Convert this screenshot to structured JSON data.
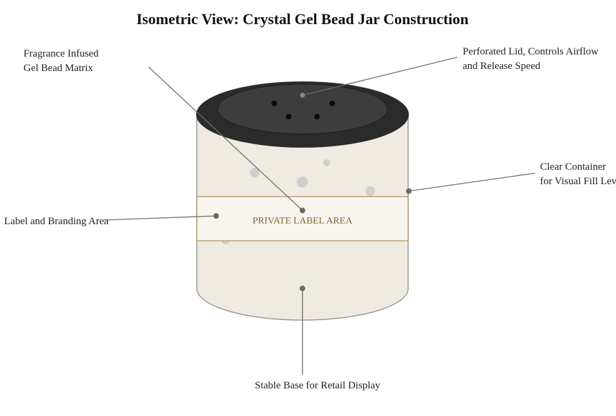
{
  "title": "Isometric View: Crystal Gel Bead Jar Construction",
  "colors": {
    "jar_fill": "#f0ebe0",
    "jar_outline": "#9a9a9a",
    "lid_outer": "#2b2b2b",
    "lid_inner": "#3d3d3d",
    "label_band_fill": "#f8f5ef",
    "label_band_stroke": "#b08a56",
    "label_band_text": "#8a6a3c",
    "bead": "#c9c9cc",
    "leader": "#6e6e6e"
  },
  "label_band": {
    "text": "PRIVATE LABEL AREA"
  },
  "callouts": {
    "fragrance": {
      "lines": [
        "Fragrance Infused",
        "Gel Bead Matrix"
      ]
    },
    "lid": {
      "lines": [
        "Perforated Lid, Controls Airflow",
        "and Release Speed"
      ]
    },
    "container": {
      "lines": [
        "Clear Container",
        "for Visual Fill Level"
      ]
    },
    "branding": {
      "lines": [
        "Label and Branding Area"
      ]
    },
    "base": {
      "lines": [
        "Stable Base for Retail Display"
      ]
    }
  }
}
